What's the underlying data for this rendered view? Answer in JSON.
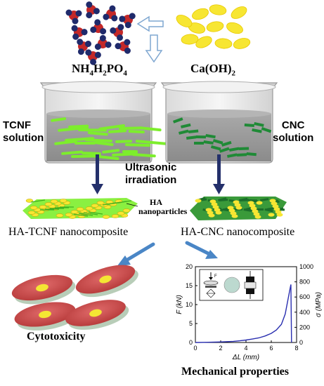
{
  "precursors": {
    "left_formula": {
      "base1": "NH",
      "sub1": "4",
      "base2": "H",
      "sub2": "2",
      "base3": "PO",
      "sub3": "4"
    },
    "right_formula": {
      "base1": "Ca(OH)",
      "sub1": "2"
    }
  },
  "solutions": {
    "left": [
      "TCNF",
      "solution"
    ],
    "right": [
      "CNC",
      "solution"
    ],
    "process": [
      "Ultrasonic",
      "irradiation"
    ]
  },
  "nanocomposites": {
    "ha_label": [
      "HA",
      "nanoparticles"
    ],
    "left_caption": "HA-TCNF nanocomposite",
    "right_caption": "HA-CNC nanocomposite"
  },
  "outcomes": {
    "left": "Cytotoxicity",
    "right": "Mechanical properties"
  },
  "chart_data": {
    "type": "line",
    "xlabel": "ΔL (mm)",
    "ylabel_left": "F (kN)",
    "ylabel_right": "σ (MPa)",
    "xlim": [
      0,
      8
    ],
    "ylim_left": [
      0,
      20
    ],
    "ylim_right": [
      0,
      1000
    ],
    "xticks": [
      "0",
      "2",
      "4",
      "6",
      "8"
    ],
    "yticks_left": [
      "0",
      "5",
      "10",
      "15",
      "20"
    ],
    "yticks_right": [
      "0",
      "200",
      "400",
      "600",
      "800",
      "1000"
    ],
    "inset_label": "F",
    "series": [
      {
        "x": [
          0,
          1,
          2,
          3,
          3.5,
          4,
          4.5,
          5,
          5.5,
          6,
          6.4,
          6.8,
          7.1,
          7.3,
          7.5,
          7.55,
          7.6
        ],
        "y": [
          0,
          0.05,
          0.15,
          0.3,
          0.45,
          0.65,
          0.9,
          1.2,
          1.7,
          2.4,
          3.3,
          4.8,
          7.5,
          11,
          14.5,
          15.3,
          0
        ]
      }
    ],
    "color": "#2a2fb0"
  },
  "colors": {
    "arrow_dark": "#24306b",
    "arrow_light": "#4a86c6",
    "fiber_green": "#7dee2c",
    "crystal_green": "#1f8a36",
    "ha_yellow": "#f7e632",
    "cell_red": "#c84a4a"
  }
}
